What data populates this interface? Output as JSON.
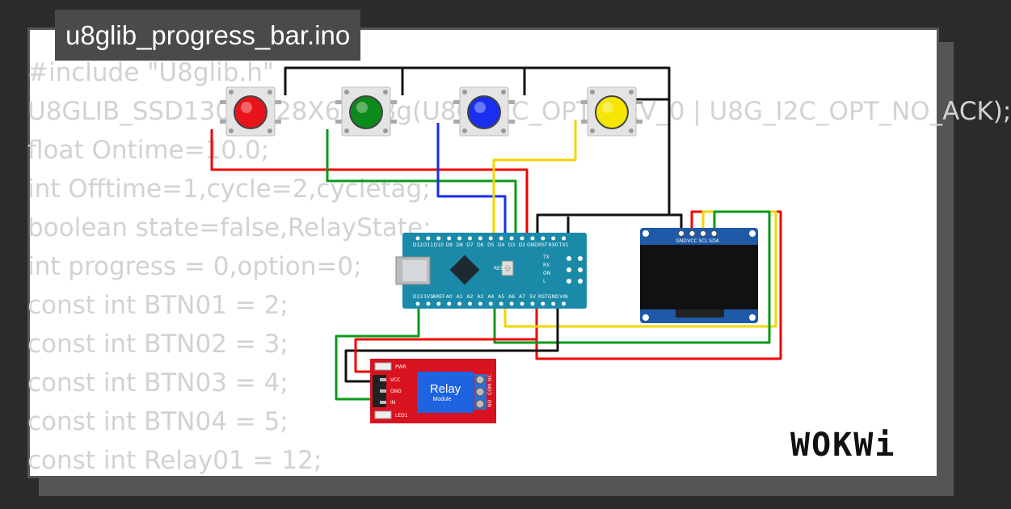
{
  "title": "u8glib_progress_bar.ino",
  "code_lines": [
    "#include \"U8glib.h\"",
    "U8GLIB_SSD1306_128X64 u8g(U8G_I2C_OPT_DEV_0 | U8G_I2C_OPT_NO_ACK);",
    "float Ontime=10.0;",
    "int Offtime=1,cycle=2,cycletag;",
    "boolean state=false,RelayState;",
    "int progress = 0,option=0;",
    "const int BTN01 = 2;",
    "const int BTN02 = 3;",
    "const int BTN03 = 4;",
    "const int BTN04 = 5;",
    "const int Relay01 = 12;"
  ],
  "brand": "WOKWi",
  "buttons": [
    {
      "name": "red",
      "color": "#e8141b"
    },
    {
      "name": "green",
      "color": "#0c8a1a"
    },
    {
      "name": "blue",
      "color": "#1a2ef0"
    },
    {
      "name": "yellow",
      "color": "#f6e600"
    }
  ],
  "nano": {
    "top_pins": [
      "D12",
      "D11",
      "D10",
      "D9",
      "D8",
      "D7",
      "D6",
      "D5",
      "D4",
      "D3",
      "D2",
      "GND",
      "RST",
      "RX0",
      "TX1"
    ],
    "bottom_pins": [
      "D13",
      "3V3",
      "AREF",
      "A0",
      "A1",
      "A2",
      "A3",
      "A4",
      "A5",
      "A6",
      "A7",
      "5V",
      "RST",
      "GND",
      "VIN"
    ],
    "side_labels": [
      "TX",
      "RX",
      "ON",
      "L"
    ],
    "reset_label": "RESET"
  },
  "oled": {
    "pins": [
      "GND",
      "VCC",
      "SCL",
      "SDA"
    ]
  },
  "relay": {
    "title": "Relay",
    "subtitle": "Module",
    "pins": [
      "VCC",
      "GND",
      "IN"
    ],
    "pwr_label": "PWR",
    "led_label": "LED1",
    "terminals": [
      "NO",
      "COM",
      "NC"
    ]
  },
  "colors": {
    "card": "#ffffff",
    "frame": "#555555",
    "title_bg": "#4a4a4a",
    "nano": "#1a8aa8",
    "relay": "#d9121f",
    "oled_board": "#1f5aa8"
  }
}
